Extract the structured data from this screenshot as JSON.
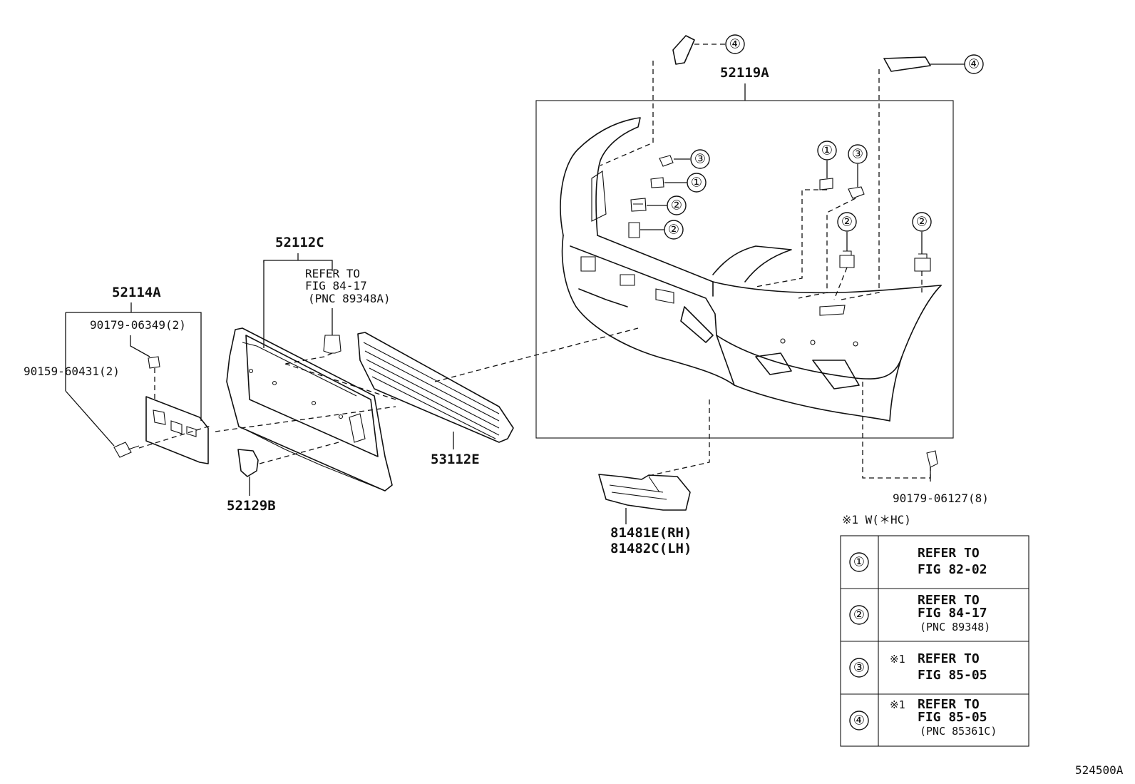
{
  "parts": {
    "bumper_cover": "52119A",
    "upper_grille": "52112C",
    "license_bracket": "52114A",
    "clip_nut": "90179-06349(2)",
    "screw": "90159-60431(2)",
    "lower_grille": "53112E",
    "cap": "52129B",
    "fog_cover_rh": "81481E(RH)",
    "fog_cover_lh": "81482C(LH)",
    "bumper_nut": "90179-06127(8)"
  },
  "refer_52112c": {
    "line1": "REFER TO",
    "line2": "FIG 84-17",
    "line3": "(PNC 89348A)"
  },
  "callout_glyphs": {
    "c1": "①",
    "c2": "②",
    "c3": "③",
    "c4": "④"
  },
  "legend": {
    "note": "※1 W(＊HC)",
    "rows": [
      {
        "num": "①",
        "mark": "",
        "line1": "REFER TO",
        "line2": "FIG 82-02",
        "line3": ""
      },
      {
        "num": "②",
        "mark": "",
        "line1": "REFER TO",
        "line2": "FIG 84-17",
        "line3": "(PNC 89348)"
      },
      {
        "num": "③",
        "mark": "※1",
        "line1": "REFER TO",
        "line2": "FIG 85-05",
        "line3": ""
      },
      {
        "num": "④",
        "mark": "※1",
        "line1": "REFER TO",
        "line2": "FIG 85-05",
        "line3": "(PNC 85361C)"
      }
    ]
  },
  "figure_id": "524500A"
}
